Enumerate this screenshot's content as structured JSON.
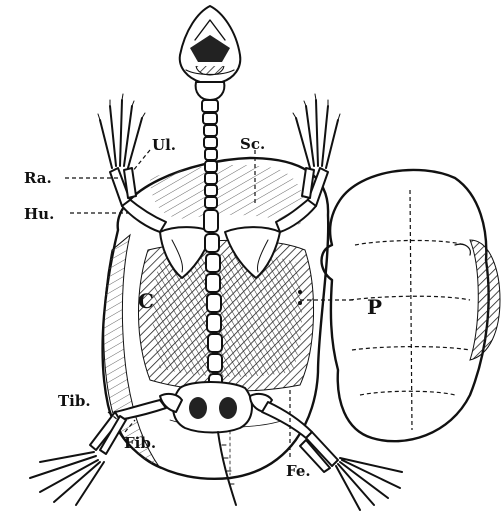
{
  "labels": {
    "ul": "Ul.",
    "sc": "Sc.",
    "ra": "Ra.",
    "hu": "Hu.",
    "c": "C",
    "p": "P",
    "tib": "Tib.",
    "fib": "Fib.",
    "fe": "Fe."
  }
}
